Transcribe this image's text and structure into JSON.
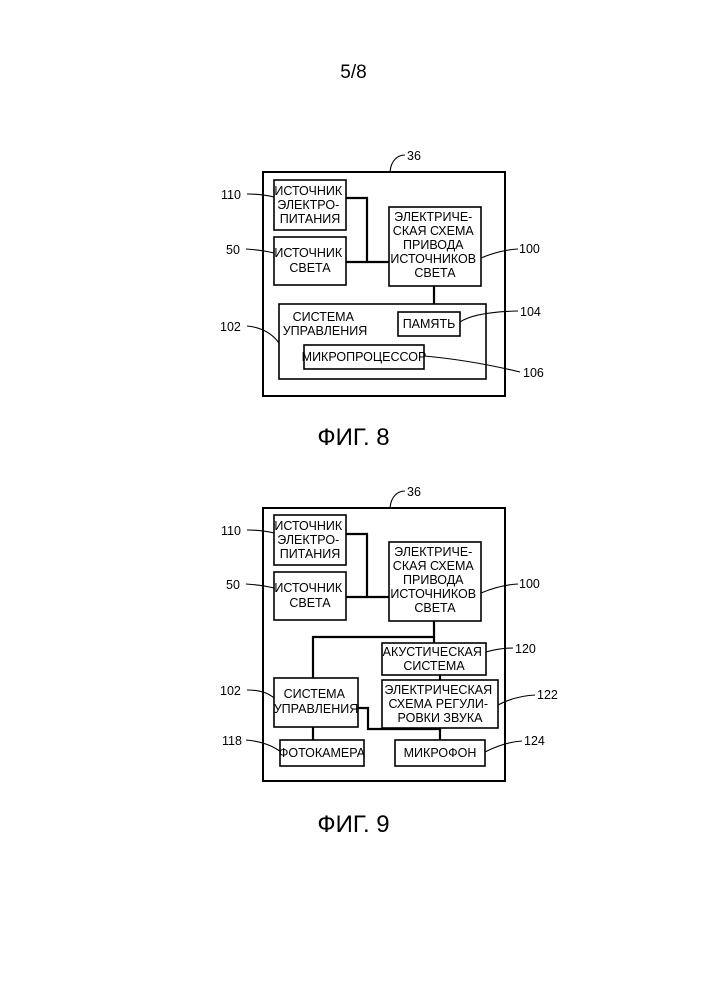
{
  "page": {
    "number": "5/8"
  },
  "fig8": {
    "caption": "ФИГ. 8",
    "ref_outer": "36",
    "power_supply": {
      "lines": [
        "ИСТОЧНИК",
        "ЭЛЕКТРО-",
        "ПИТАНИЯ"
      ],
      "ref": "110"
    },
    "light_source": {
      "lines": [
        "ИСТОЧНИК",
        "СВЕТА"
      ],
      "ref": "50"
    },
    "driver": {
      "lines": [
        "ЭЛЕКТРИЧЕ-",
        "СКАЯ СХЕМА",
        "ПРИВОДА",
        "ИСТОЧНИКОВ",
        "СВЕТА"
      ],
      "ref": "100"
    },
    "control": {
      "lines": [
        "СИСТЕМА",
        "УПРАВЛЕНИЯ"
      ],
      "ref": "102"
    },
    "memory": {
      "label": "ПАМЯТЬ",
      "ref": "104"
    },
    "cpu": {
      "label": "МИКРОПРОЦЕССОР",
      "ref": "106"
    }
  },
  "fig9": {
    "caption": "ФИГ. 9",
    "ref_outer": "36",
    "power_supply": {
      "lines": [
        "ИСТОЧНИК",
        "ЭЛЕКТРО-",
        "ПИТАНИЯ"
      ],
      "ref": "110"
    },
    "light_source": {
      "lines": [
        "ИСТОЧНИК",
        "СВЕТА"
      ],
      "ref": "50"
    },
    "driver": {
      "lines": [
        "ЭЛЕКТРИЧЕ-",
        "СКАЯ СХЕМА",
        "ПРИВОДА",
        "ИСТОЧНИКОВ",
        "СВЕТА"
      ],
      "ref": "100"
    },
    "acoustic": {
      "lines": [
        "АКУСТИЧЕСКАЯ",
        "СИСТЕМА"
      ],
      "ref": "120"
    },
    "sound_adj": {
      "lines": [
        "ЭЛЕКТРИЧЕСКАЯ",
        "СХЕМА РЕГУЛИ-",
        "РОВКИ ЗВУКА"
      ],
      "ref": "122"
    },
    "control": {
      "lines": [
        "СИСТЕМА",
        "УПРАВЛЕНИЯ"
      ],
      "ref": "102"
    },
    "camera": {
      "label": "ФОТОКАМЕРА",
      "ref": "118"
    },
    "microphone": {
      "label": "МИКРОФОН",
      "ref": "124"
    }
  }
}
